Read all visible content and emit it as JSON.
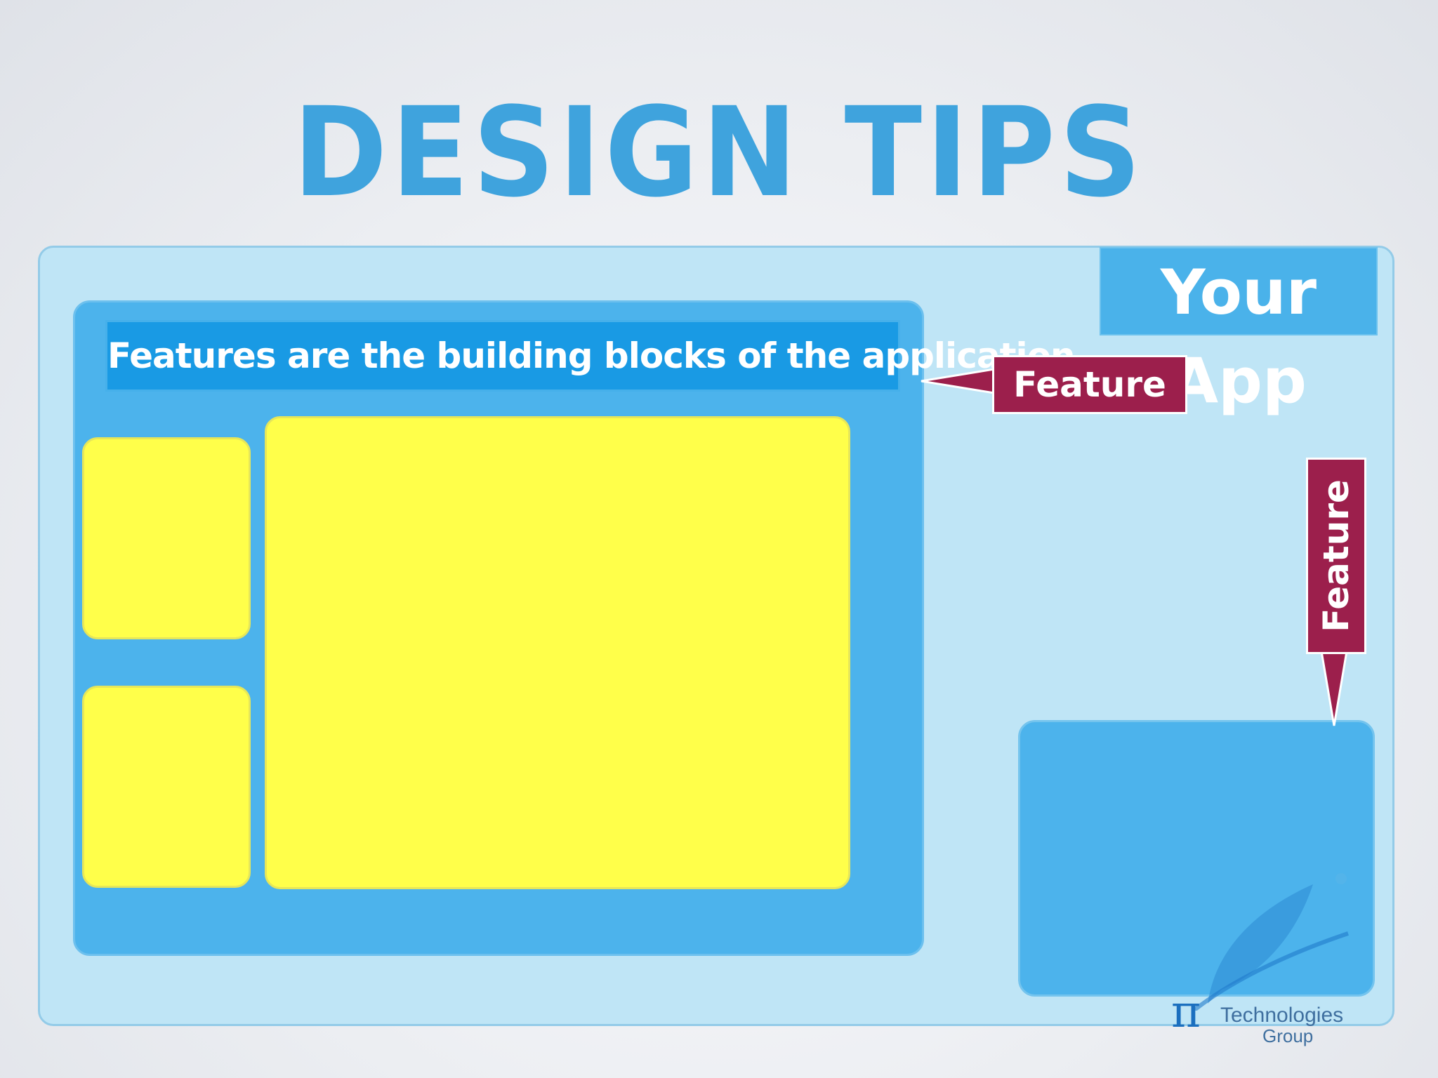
{
  "slide": {
    "title": "DESIGN TIPS"
  },
  "app": {
    "tag_label": "Your App"
  },
  "main_panel": {
    "banner_text": "Features are the building blocks of the application"
  },
  "callouts": {
    "top_label": "Feature",
    "side_label": "Feature"
  },
  "logo": {
    "symbol": "π",
    "name": "Technologies",
    "sub": "Group"
  },
  "colors": {
    "title": "#3fa3dd",
    "frame": "#bfe5f6",
    "panel": "#4cb3ec",
    "banner": "#199ae4",
    "block": "#ffff4a",
    "callout": "#9c1f4c"
  }
}
